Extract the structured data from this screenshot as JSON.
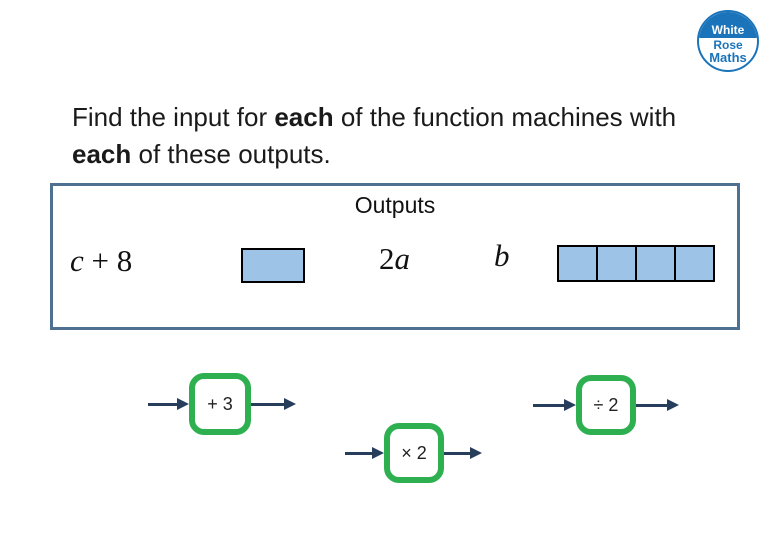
{
  "logo": {
    "line1": "White",
    "line2": "Rose",
    "line3": "Maths",
    "color": "#1b74ba"
  },
  "title": {
    "segments": [
      {
        "text": "Find the input for "
      },
      {
        "text": "each",
        "bold": true
      },
      {
        "text": " of the function machines with "
      },
      {
        "text": "each",
        "bold": true
      },
      {
        "text": " of these outputs."
      }
    ]
  },
  "outputs": {
    "heading": "Outputs",
    "expr_c_plus_8": [
      {
        "text": "c",
        "italic": true
      },
      {
        "text": " + 8"
      }
    ],
    "expr_2a": [
      {
        "text": "2"
      },
      {
        "text": "a",
        "italic": true
      }
    ],
    "expr_b": [
      {
        "text": "b",
        "italic": true
      }
    ],
    "strip_cells": 4,
    "colors": {
      "box_border": "#4f7191",
      "rect_fill": "#9dc3e6",
      "rect_border": "#000000"
    }
  },
  "machines": [
    {
      "label": "+ 3"
    },
    {
      "label": "× 2"
    },
    {
      "label": "÷ 2"
    }
  ],
  "colors": {
    "machine_border_green": "#2eb050",
    "arrow_navy": "#263d5c",
    "logo_blue": "#1b74ba"
  }
}
